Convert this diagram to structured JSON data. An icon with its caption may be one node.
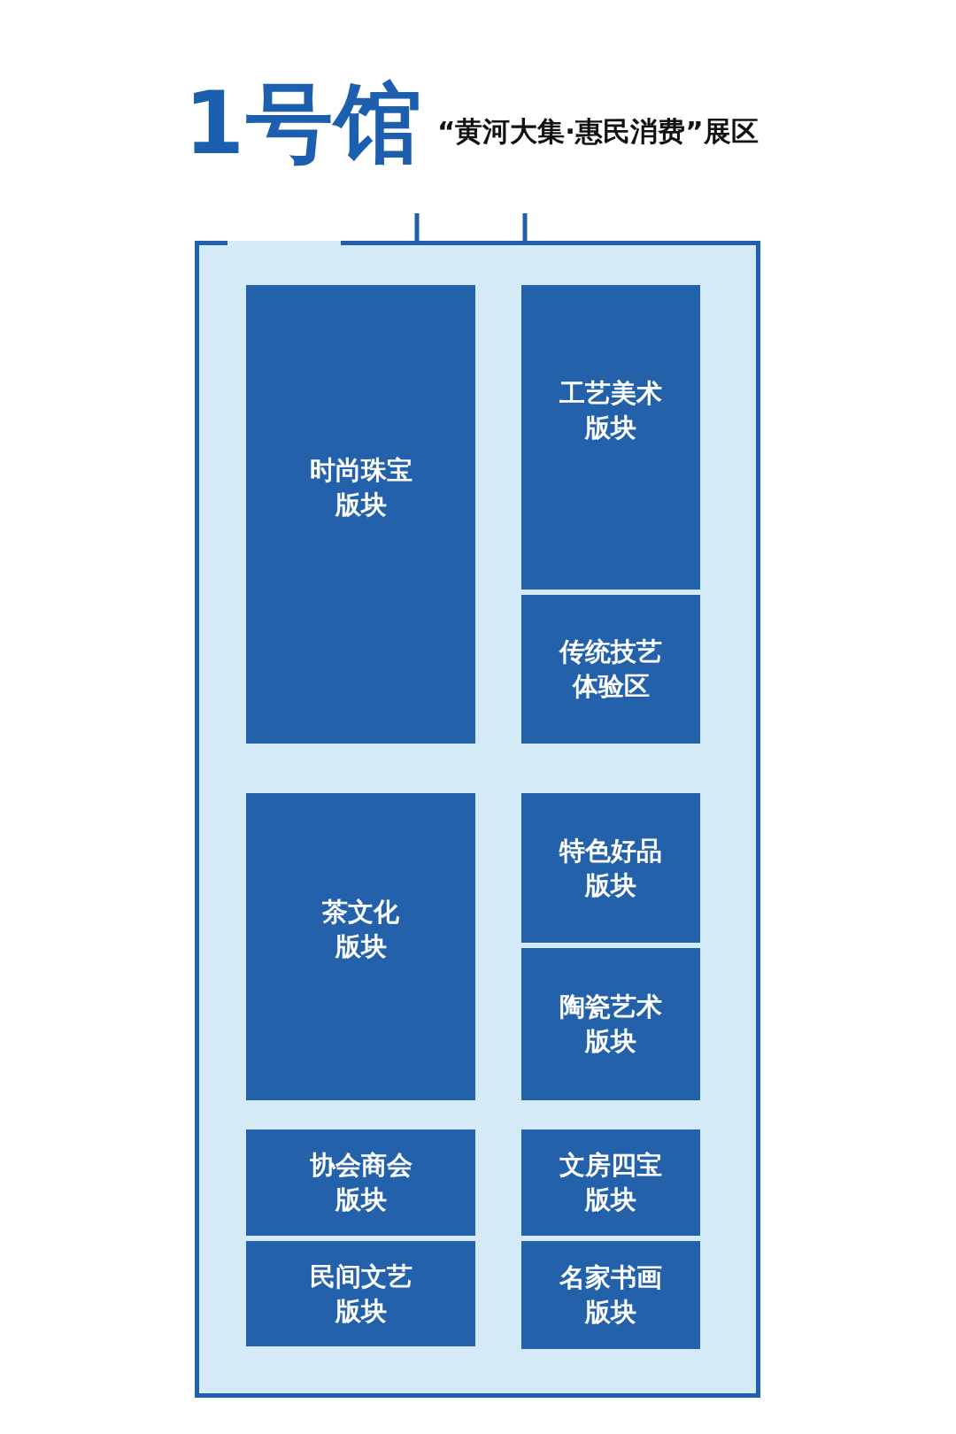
{
  "diagram": {
    "title": "1号馆",
    "labels": [
      "“黄河大集·惠民消费”展区"
    ],
    "nodes": [
      {
        "text": [],
        "shape": "box"
      },
      {
        "text": [
          "时尚珠宝版块"
        ],
        "in": 0
      },
      {
        "text": [
          "工艺美术版块"
        ],
        "in": 0
      },
      {
        "text": [
          "传统技艺体验区"
        ],
        "in": 0
      },
      {
        "text": [
          "茶文化版块"
        ],
        "in": 0
      },
      {
        "text": [
          "特色好品版块"
        ],
        "in": 0
      },
      {
        "text": [
          "陶瓷艺术版块"
        ],
        "in": 0
      },
      {
        "text": [
          "协会商会版块"
        ],
        "in": 0
      },
      {
        "text": [
          "文房四宝版块"
        ],
        "in": 0
      },
      {
        "text": [
          "民间文艺版块"
        ],
        "in": 0
      },
      {
        "text": [
          "名家书画版块"
        ],
        "in": 0
      }
    ]
  }
}
